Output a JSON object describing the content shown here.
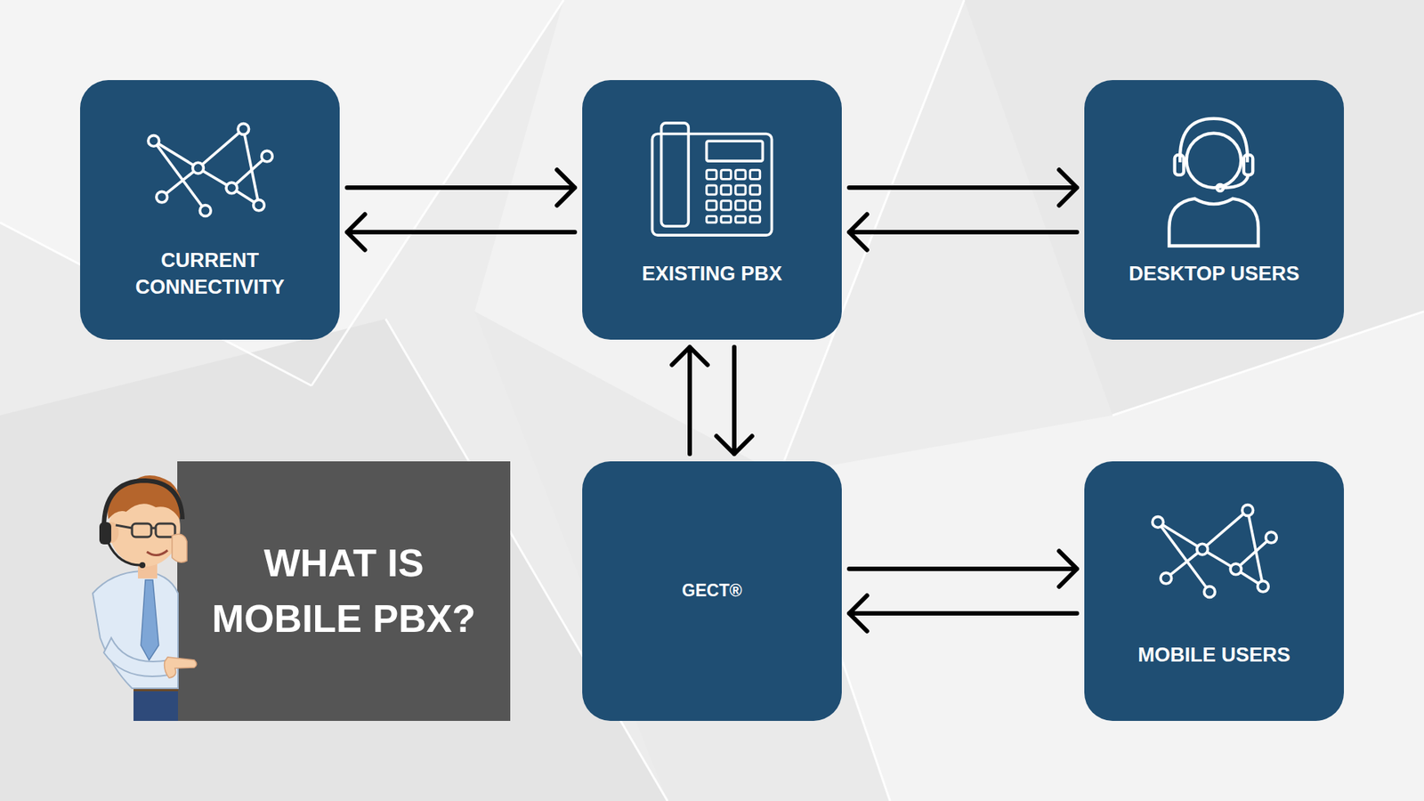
{
  "diagram": {
    "nodes": [
      {
        "text": [
          "CURRENT CONNECTIVITY"
        ]
      },
      {
        "text": [
          "EXISTING PBX"
        ]
      },
      {
        "text": [
          "DESKTOP USERS"
        ]
      },
      {
        "text": [
          "WHAT IS MOBILE PBX?"
        ]
      },
      {
        "text": [
          "GECT®"
        ]
      },
      {
        "text": [
          "MOBILE USERS"
        ]
      }
    ],
    "edges": [
      {
        "from": 0,
        "to": 1,
        "arrow": "both"
      },
      {
        "from": 1,
        "to": 2,
        "arrow": "both"
      },
      {
        "from": 1,
        "to": 4,
        "arrow": "both"
      },
      {
        "from": 4,
        "to": 5,
        "arrow": "both"
      }
    ]
  }
}
